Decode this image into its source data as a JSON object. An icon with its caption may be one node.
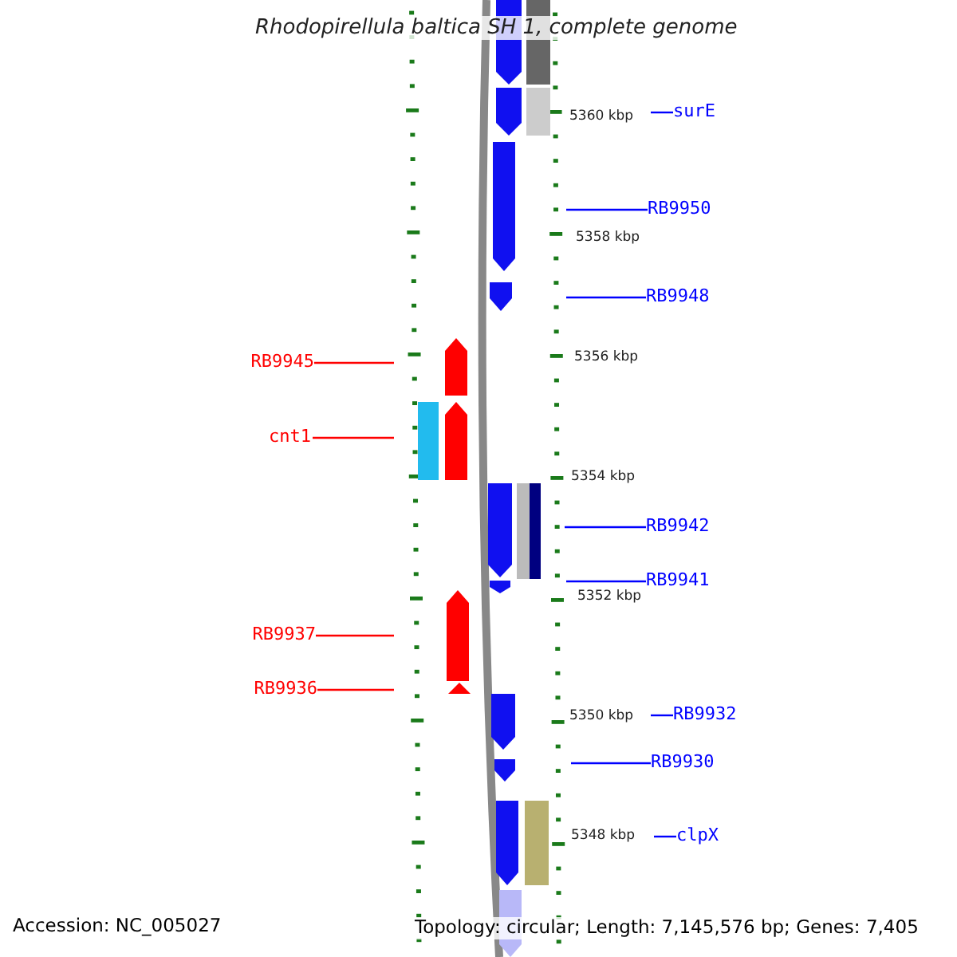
{
  "diagram": {
    "title": "Rhodopirellula baltica SH 1, complete genome",
    "nodes": [
      {
        "text": [
          "surE"
        ]
      },
      {
        "text": [
          "RB9950"
        ]
      },
      {
        "text": [
          "RB9948"
        ]
      },
      {
        "text": [
          "RB9945"
        ]
      },
      {
        "text": [
          "cnt1"
        ]
      },
      {
        "text": [
          "RB9942"
        ]
      },
      {
        "text": [
          "RB9941"
        ]
      },
      {
        "text": [
          "RB9937"
        ]
      },
      {
        "text": [
          "RB9936"
        ]
      },
      {
        "text": [
          "RB9932"
        ]
      },
      {
        "text": [
          "RB9930"
        ]
      },
      {
        "text": [
          "clpX"
        ]
      }
    ],
    "edges": [
      {
        "from": 0,
        "to": null,
        "arrow": "none"
      },
      {
        "from": 1,
        "to": null,
        "arrow": "none"
      },
      {
        "from": 2,
        "to": null,
        "arrow": "none"
      },
      {
        "from": 3,
        "to": null,
        "arrow": "none",
        "color": "#ff0000"
      },
      {
        "from": 4,
        "to": null,
        "arrow": "none",
        "color": "#ff0000"
      },
      {
        "from": 5,
        "to": null,
        "arrow": "none"
      },
      {
        "from": 6,
        "to": null,
        "arrow": "none"
      },
      {
        "from": 7,
        "to": null,
        "arrow": "none",
        "color": "#ff0000"
      },
      {
        "from": 8,
        "to": null,
        "arrow": "none",
        "color": "#ff0000"
      },
      {
        "from": 9,
        "to": null,
        "arrow": "none"
      },
      {
        "from": 10,
        "to": null,
        "arrow": "none"
      },
      {
        "from": 11,
        "to": null,
        "arrow": "none"
      }
    ],
    "labels": [
      "5360 kbp",
      "5358 kbp",
      "5356 kbp",
      "5354 kbp",
      "5352 kbp",
      "5350 kbp",
      "5348 kbp",
      "Accession: NC_005027",
      "Topology: circular; Length: 7,145,576 bp; Genes: 7,405"
    ]
  }
}
